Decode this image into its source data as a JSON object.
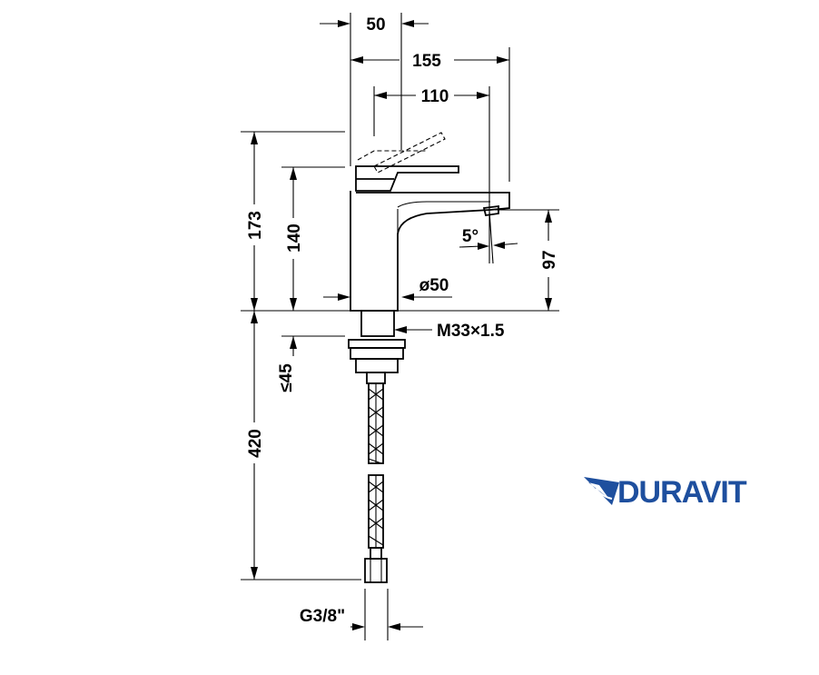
{
  "dimensions": {
    "top_50": "50",
    "top_155": "155",
    "top_110": "110",
    "left_173": "173",
    "left_140": "140",
    "left_420": "420",
    "left_45": "45",
    "left_45_prefix": "≤",
    "angle_5": "5°",
    "right_97": "97",
    "diameter_50": "ø50",
    "thread_m33": "M33×1.5",
    "connector_g38": "G3/8\""
  },
  "brand": {
    "name": "DURAVIT",
    "color": "#1e4f9e"
  }
}
